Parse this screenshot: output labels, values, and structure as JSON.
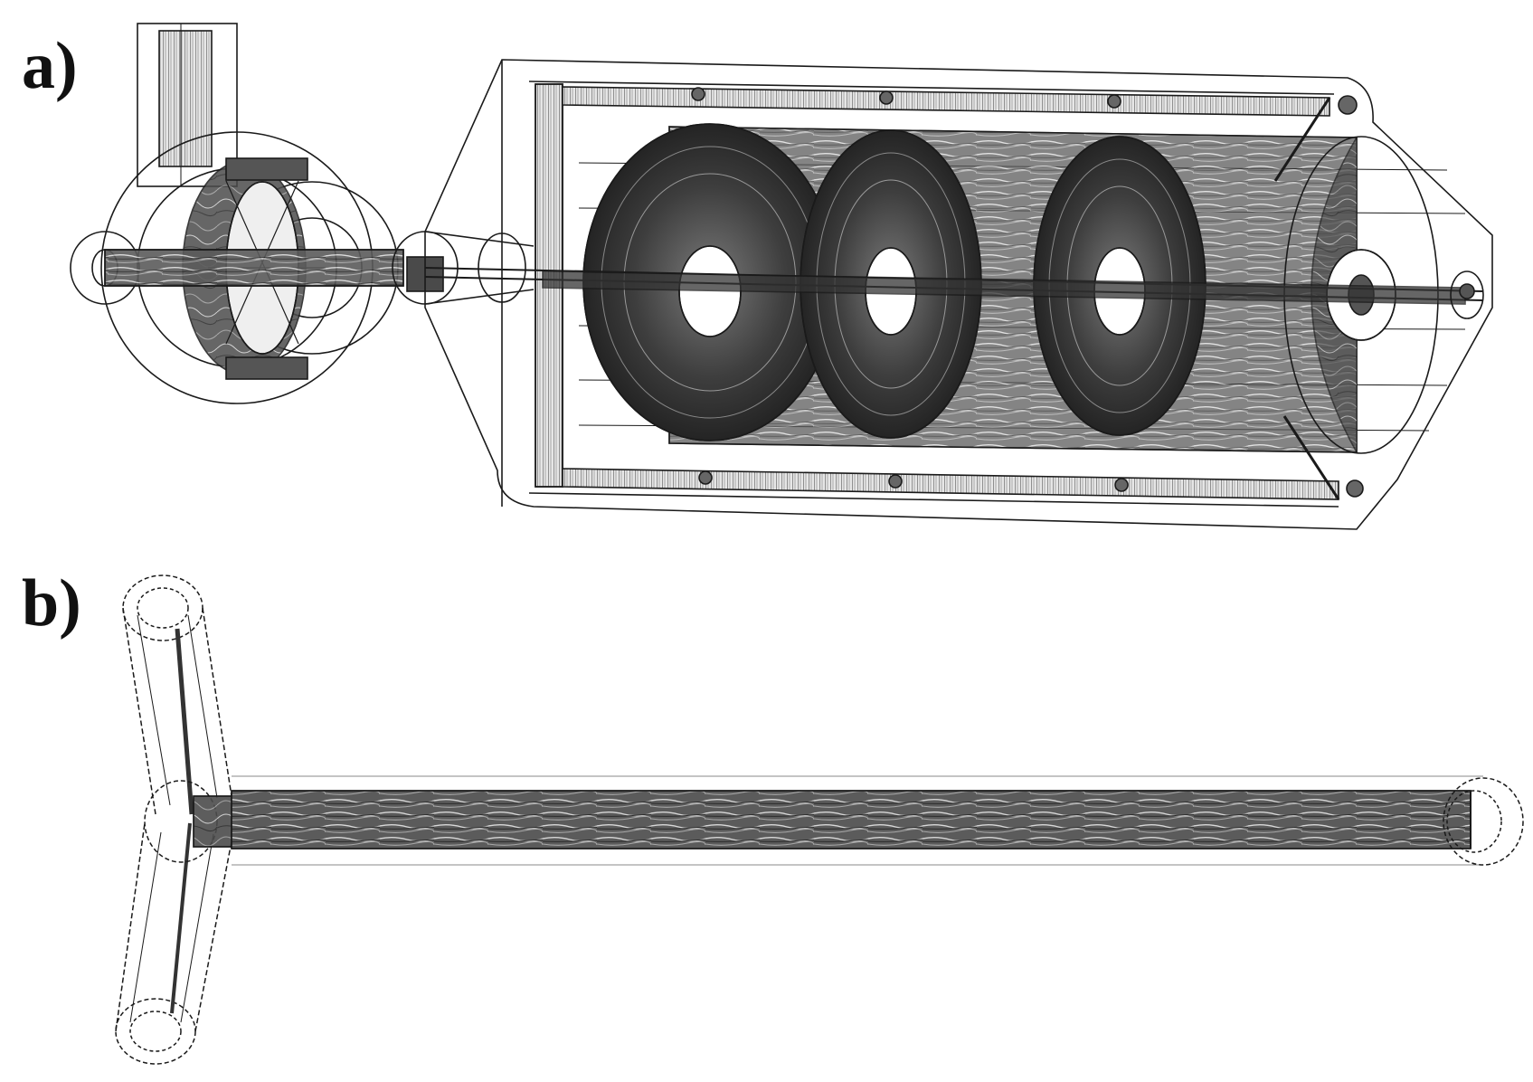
{
  "panels": [
    {
      "id": "a",
      "label": "a)"
    },
    {
      "id": "b",
      "label": "b)"
    }
  ],
  "colors": {
    "background": "#ffffff",
    "outline": "#1a1a1a",
    "fill_dark": "#3a3a3a",
    "fill_mid": "#6e6e6e",
    "fill_light": "#c9c9c9"
  }
}
